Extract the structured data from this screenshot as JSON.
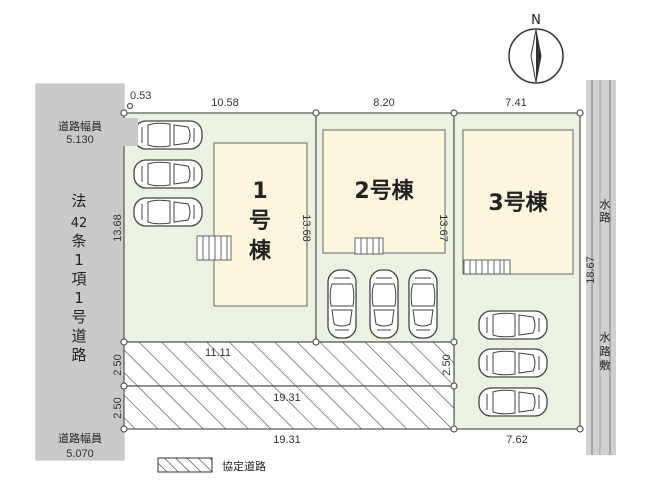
{
  "north": {
    "label": "N"
  },
  "roads": {
    "left_width_top": {
      "title": "道路幅員",
      "value": "5.130"
    },
    "left_width_bottom": {
      "title": "道路幅員",
      "value": "5.070"
    },
    "left_road_label": [
      "法",
      "42",
      "条",
      "1",
      "項",
      "1",
      "号",
      "道",
      "路"
    ],
    "right_top_label": [
      "水",
      "路"
    ],
    "right_bottom_label": [
      "水",
      "路",
      "敷"
    ]
  },
  "dimensions": {
    "top_corner": "0.53",
    "top_lot1": "10.58",
    "top_lot2": "8.20",
    "top_lot3": "7.41",
    "left_depth": "13.68",
    "lot1_right_depth": "13.68",
    "lot2_right_depth": "13.67",
    "right_depth": "18.67",
    "road_upper_left": "2.50",
    "road_upper_right": "2.50",
    "road_lower_left": "2.50",
    "road_upper_length": "11.11",
    "road_lower_length": "19.31",
    "bottom_left": "19.31",
    "bottom_right": "7.62"
  },
  "buildings": {
    "b1": [
      "1",
      "号",
      "棟"
    ],
    "b2": "2号棟",
    "b3": "3号棟"
  },
  "legend": {
    "label": "協定道路"
  },
  "colors": {
    "lot_fill": "#ecf2e1",
    "building_fill": "#fbf6dc",
    "road_gray": "#c8c8c8",
    "line": "#555555"
  }
}
